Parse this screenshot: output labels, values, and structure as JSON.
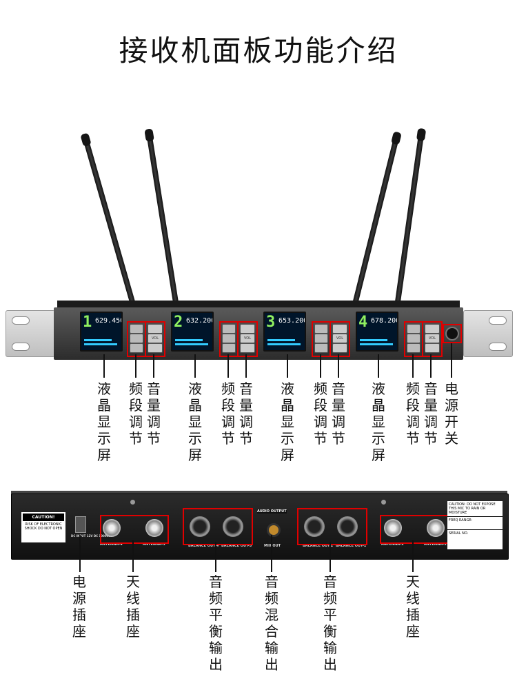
{
  "title": "接收机面板功能介绍",
  "front_panel": {
    "channels": [
      {
        "number": "1",
        "freq": "629.450"
      },
      {
        "number": "2",
        "freq": "632.200"
      },
      {
        "number": "3",
        "freq": "653.200"
      },
      {
        "number": "4",
        "freq": "678.200"
      }
    ],
    "vol_label": "VOL",
    "labels": {
      "lcd": "液晶显示屏",
      "band": "频段调节",
      "volume": "音量调节",
      "power": "电源开关"
    }
  },
  "rear_panel": {
    "caution_title": "CAUTION!",
    "caution_text": "RISK OF ELECTRONIC SHOCK DO NOT OPEN",
    "dc_input": "DC INPUT 12V DC 1000mA",
    "antenna_4": "ANTENNA-4",
    "antenna_3": "ANTENNA-3",
    "antenna_2": "ANTENNA-2",
    "antenna_1": "ANTENNA-1",
    "audio_output": "AUDIO OUTPUT",
    "balance_out_4": "BALANCE OUT-4",
    "balance_out_3": "BALANCE OUT-3",
    "balance_out_2": "BALANCE OUT-2",
    "balance_out_1": "BALANCE OUT-1",
    "mix_out": "MIX OUT",
    "label_caution": "CAUTION:",
    "label_caution_text": "DO NOT EXPOSE THIS MIC TO RAIN OR MOISTURE",
    "freq_range": "FREQ RANGE:",
    "serial_no": "SERIAL NO.",
    "labels": {
      "power_socket": "电源插座",
      "antenna_socket": "天线插座",
      "balance_out": "音频平衡输出",
      "mix_out": "音频混合输出"
    }
  }
}
